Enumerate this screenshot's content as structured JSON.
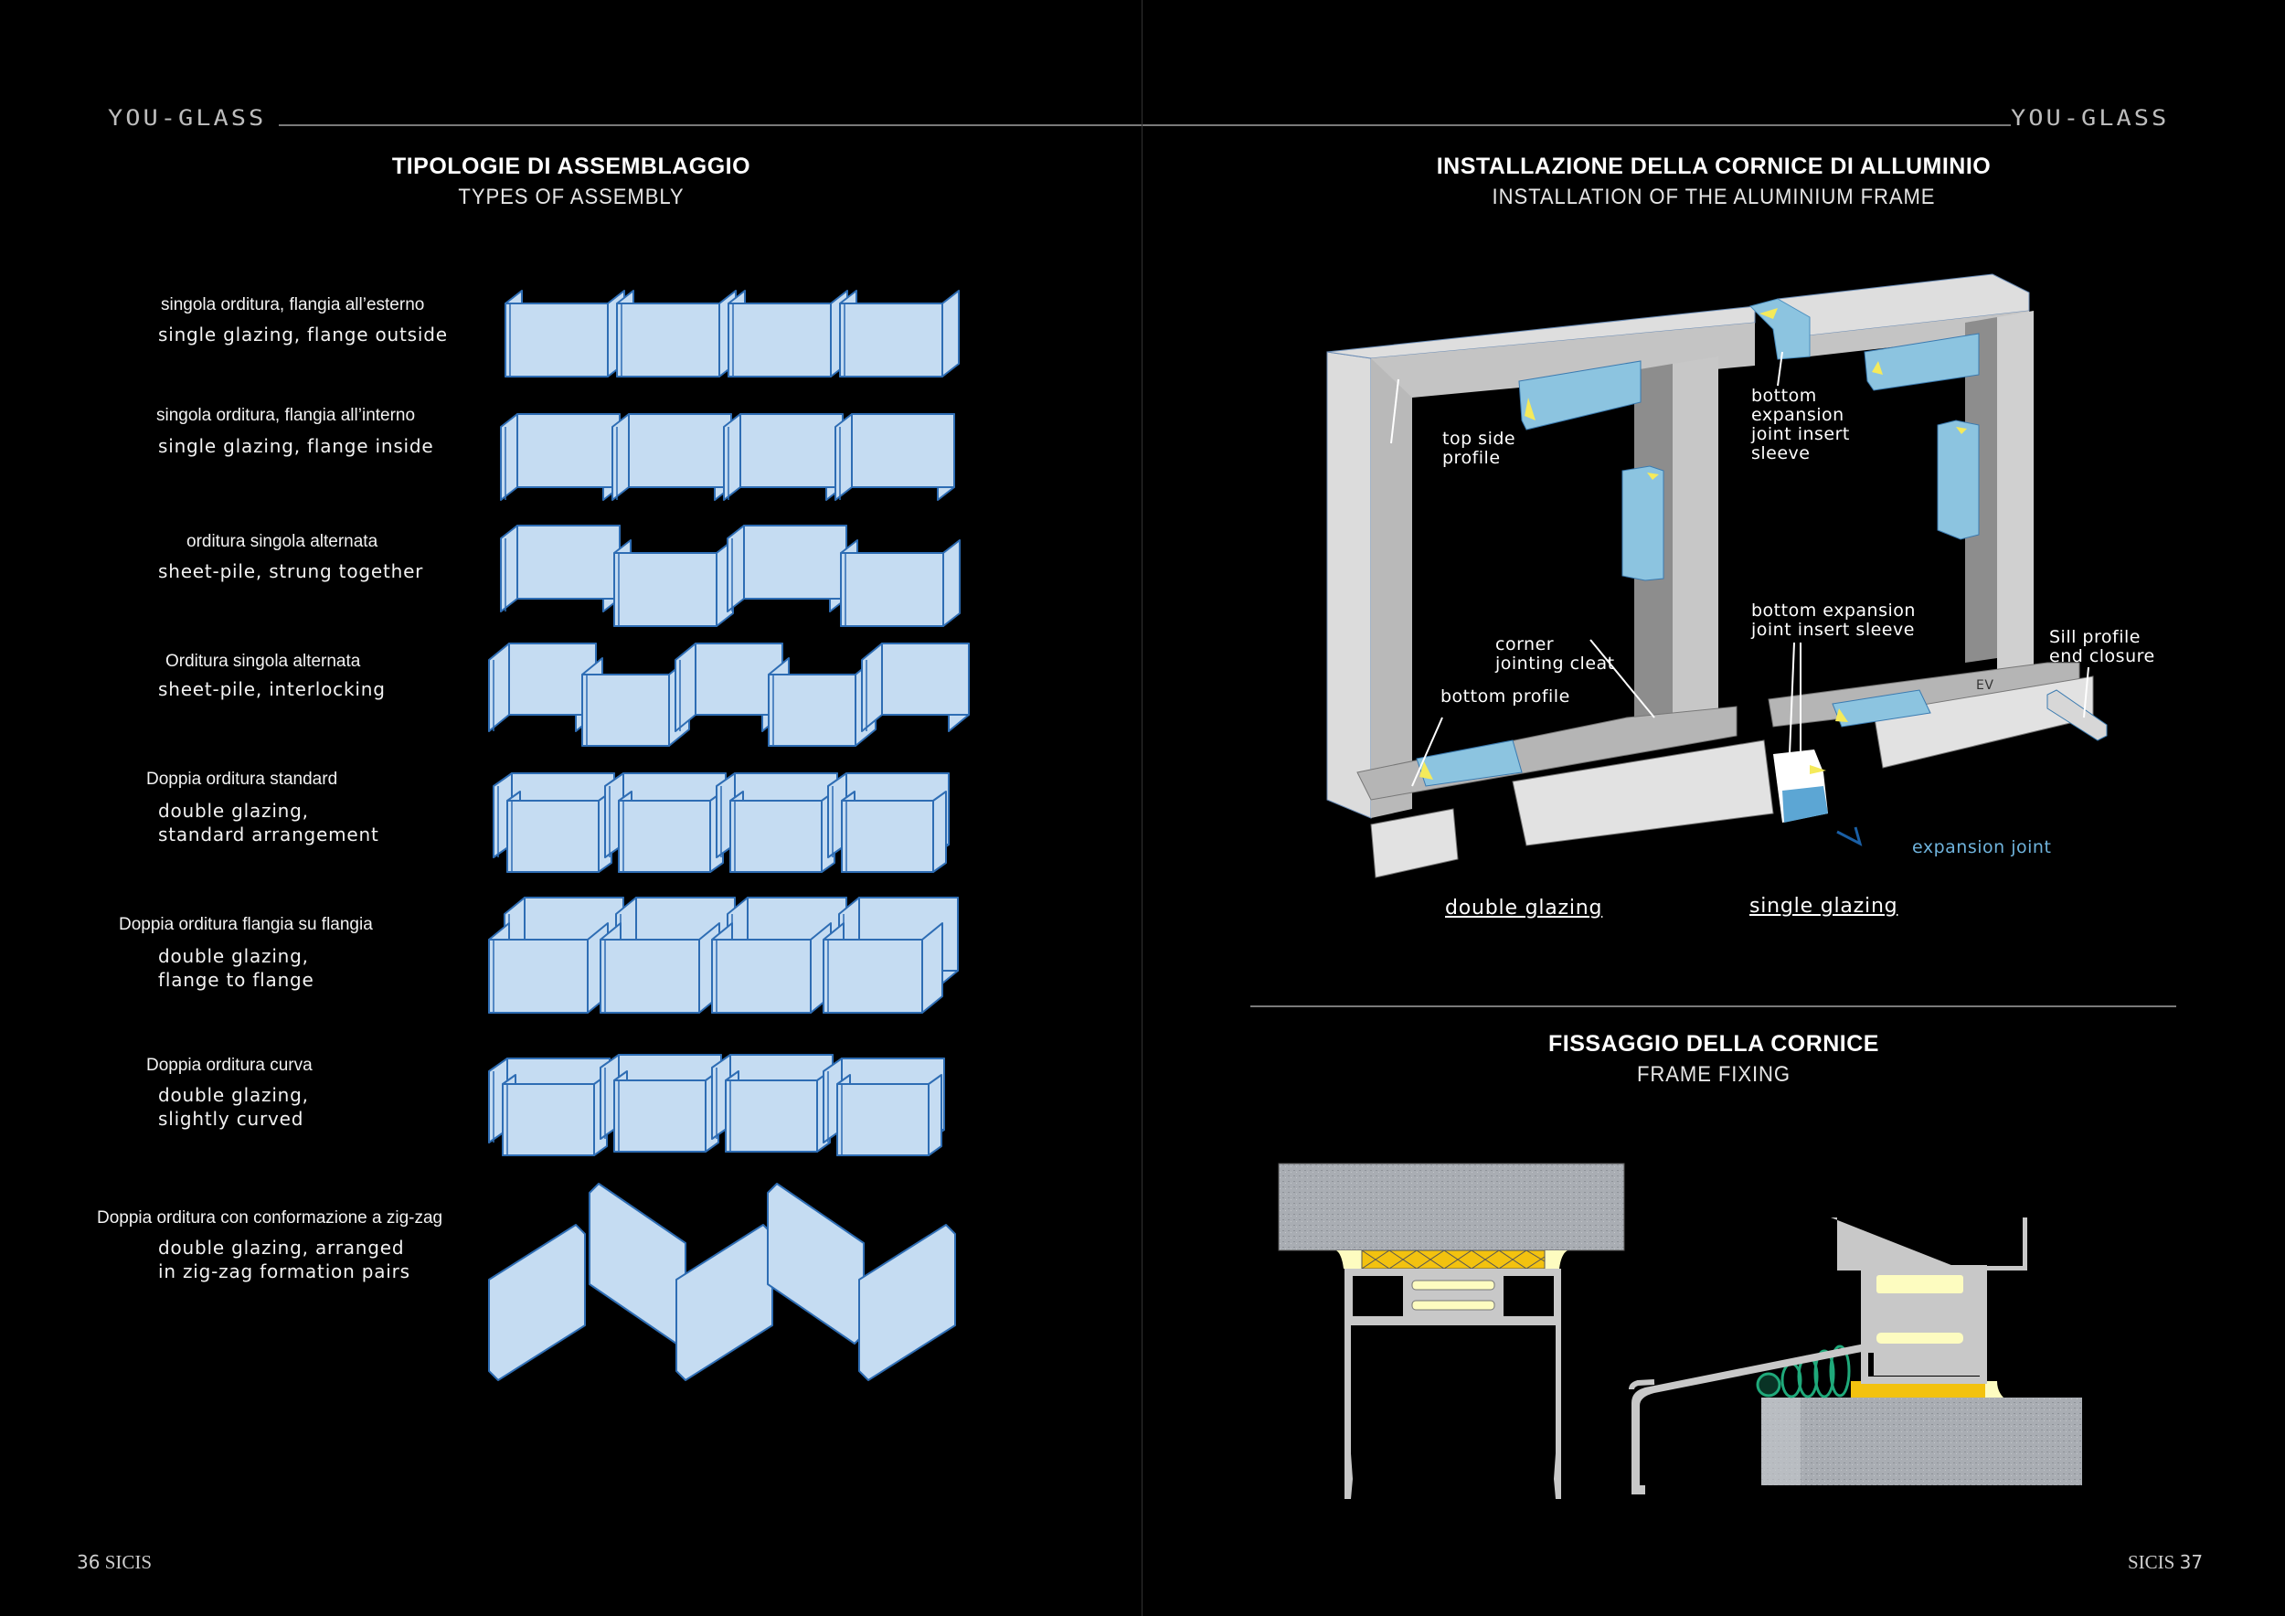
{
  "brand": {
    "left": "YOU-GLASS",
    "right": "YOU-GLASS"
  },
  "left_page": {
    "title_it": "TIPOLOGIE DI ASSEMBLAGGIO",
    "title_en": "TYPES OF ASSEMBLY",
    "assemblies": [
      {
        "label_it": "singola orditura, flangia all’esterno",
        "label_en": "single glazing, flange outside",
        "type": "single-flange-outside"
      },
      {
        "label_it": "singola orditura, flangia all’interno",
        "label_en": "single glazing, flange inside",
        "type": "single-flange-inside"
      },
      {
        "label_it": "orditura singola alternata",
        "label_en": "sheet-pile, strung together",
        "type": "sheet-pile-strung"
      },
      {
        "label_it": "Orditura singola alternata",
        "label_en": "sheet-pile, interlocking",
        "type": "sheet-pile-interlocking"
      },
      {
        "label_it": "Doppia orditura standard",
        "label_en": "double glazing,\nstandard arrangement",
        "type": "double-standard"
      },
      {
        "label_it": "Doppia orditura flangia su flangia",
        "label_en": "double glazing,\nflange to flange",
        "type": "double-flange-to-flange"
      },
      {
        "label_it": "Doppia orditura curva",
        "label_en": "double glazing,\nslightly curved",
        "type": "double-curved"
      },
      {
        "label_it": "Doppia orditura con conformazione a zig-zag",
        "label_en": "double glazing, arranged\nin zig-zag formation pairs",
        "type": "double-zigzag"
      }
    ],
    "footer": {
      "page": "36",
      "brand": "SICIS"
    }
  },
  "right_page": {
    "title_it": "INSTALLAZIONE DELLA CORNICE DI ALLUMINIO",
    "title_en": "INSTALLATION OF THE ALUMINIUM FRAME",
    "frame_diagram": {
      "callouts": {
        "top_side_profile": "top side\nprofile",
        "bottom_expansion_sleeve_top": "bottom\nexpansion\njoint insert\nsleeve",
        "bottom_expansion_sleeve": "bottom expansion\njoint insert sleeve",
        "corner_cleat": "corner\njointing cleat",
        "bottom_profile": "bottom profile",
        "sill_end_closure": "Sill profile\nend closure",
        "expansion_joint": "expansion joint",
        "ev_mark": "EV"
      },
      "captions": {
        "double": "double glazing",
        "single": "single glazing"
      }
    },
    "section2_title_it": "FISSAGGIO DELLA CORNICE",
    "section2_title_en": "FRAME FIXING",
    "footer": {
      "brand": "SICIS",
      "page": "37"
    }
  },
  "colors": {
    "glass_fill": "#c5dcf2",
    "glass_stroke": "#2e6db4",
    "aluminium": "#c8c8c8",
    "sleeve_blue": "#8cc4e0",
    "expansion_blue": "#6fb3dc",
    "concrete": "#a9adb3",
    "foam_yellow": "#f3c20f",
    "gasket_pale": "#fdfcc0",
    "seal_green": "#1fa97a",
    "arrow_yellow": "#f5ea5a"
  }
}
